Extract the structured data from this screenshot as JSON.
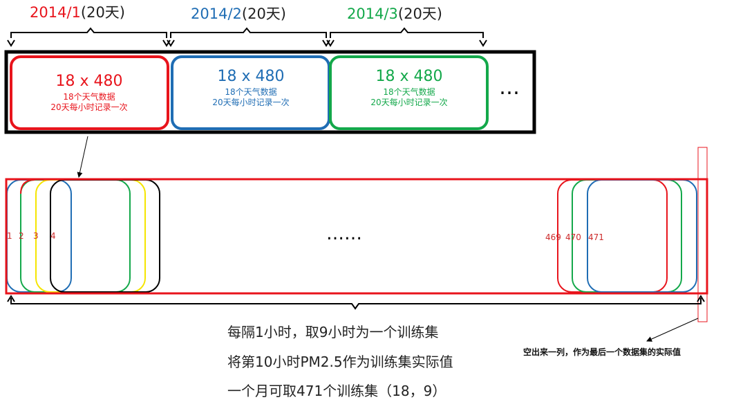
{
  "months": [
    {
      "label": "2014/1",
      "count": "(20天)",
      "color": "#e8141c"
    },
    {
      "label": "2014/2",
      "count": "(20天)",
      "color": "#1f6db4"
    },
    {
      "label": "2014/3",
      "count": "(20天)",
      "color": "#13a84a"
    }
  ],
  "blocks": [
    {
      "title": "18 x 480",
      "line1": "18个天气数据",
      "line2": "20天每小时记录一次"
    },
    {
      "title": "18 x 480",
      "line1": "18个天气数据",
      "line2": "20天每小时记录一次"
    },
    {
      "title": "18 x 480",
      "line1": "18个天气数据",
      "line2": "20天每小时记录一次"
    }
  ],
  "top_ellipsis": "…",
  "window_numbers_left": [
    "1",
    "2",
    "3",
    "4"
  ],
  "window_numbers_right": [
    "469",
    "470",
    "471"
  ],
  "middle_ellipsis": "……",
  "notes": [
    "每隔1小时，取9小时为一个训练集",
    "将第10小时PM2.5作为训练集实际值",
    "一个月可取471个训练集（18，9）"
  ],
  "side_note": "空出来一列，作为最后一个数据集的实际值",
  "colors": {
    "red": "#e8141c",
    "blue": "#1f6db4",
    "green": "#13a84a",
    "yellow": "#f5e500",
    "black": "#000000"
  }
}
